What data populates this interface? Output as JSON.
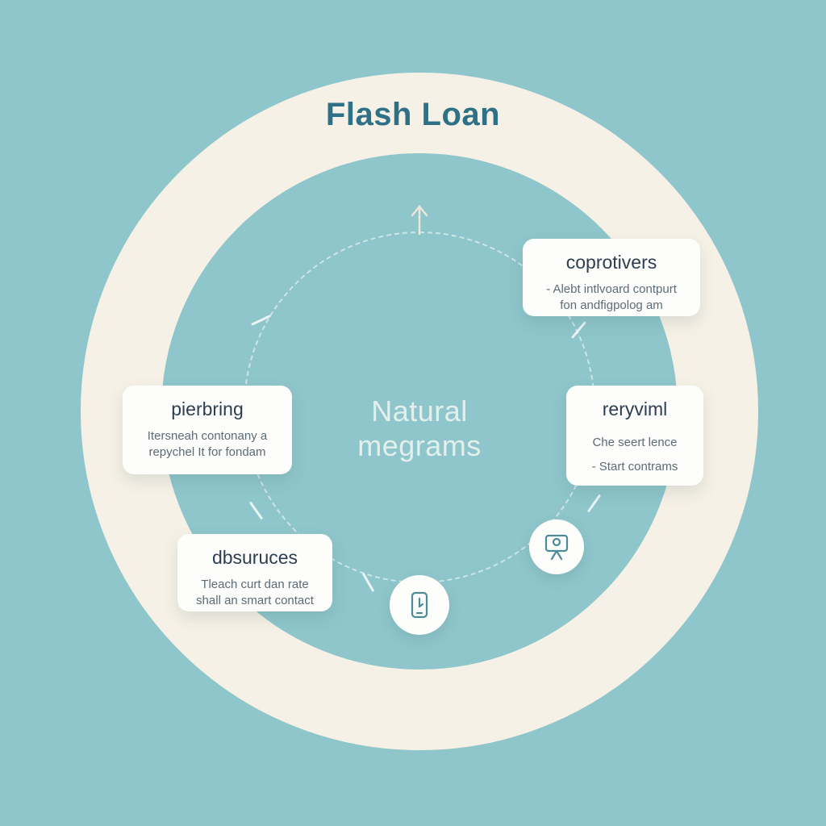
{
  "title": "Flash Loan",
  "center": {
    "line1": "Natural",
    "line2": "megrams"
  },
  "cards": [
    {
      "title": "coprotivers",
      "lines": [
        "- Alebt intlvoard contpurt",
        "fon andfigpolog am"
      ]
    },
    {
      "title": "reryviml",
      "lines": [
        "Che seert lence",
        "- Start contrams"
      ]
    },
    {
      "title": "pierbring",
      "lines": [
        "Itersneah contonany a",
        "repychel It for fondam"
      ]
    },
    {
      "title": "dbsuruces",
      "lines": [
        "Tleach curt dan rate",
        "shall an smart contact"
      ]
    }
  ],
  "icons": [
    {
      "name": "phone-icon"
    },
    {
      "name": "presentation-icon"
    }
  ],
  "colors": {
    "background": "#8fc6cb",
    "ring": "#f6f1e6",
    "title": "#2e7086",
    "card_title": "#2d3e50",
    "card_text": "#5d6b77",
    "center_text": "#e3efec",
    "icon_stroke": "#4d8b97"
  }
}
